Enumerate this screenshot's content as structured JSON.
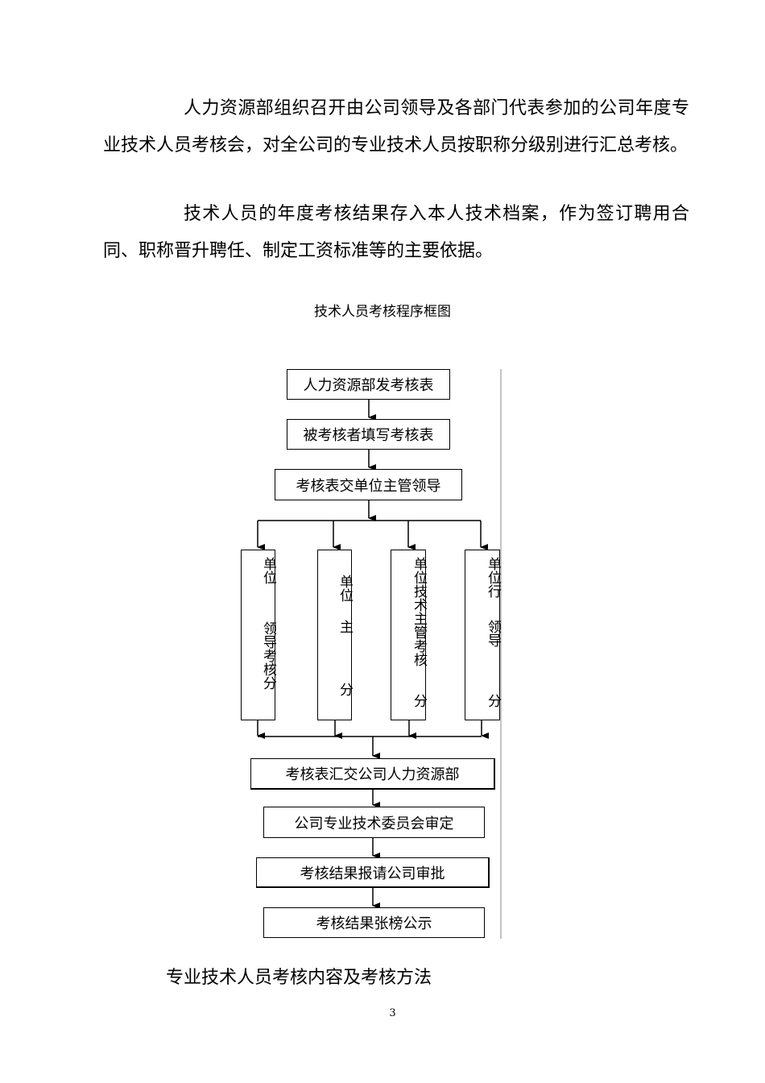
{
  "paragraphs": [
    "人力资源部组织召开由公司领导及各部门代表参加的公司年度专业技术人员考核会，对全公司的专业技术人员按职称分级别进行汇总考核。",
    "技术人员的年度考核结果存入本人技术档案，作为签订聘用合同、职称晋升聘任、制定工资标准等的主要依据。"
  ],
  "figure": {
    "title": "技术人员考核程序框图",
    "top_steps": [
      "人力资源部发考核表",
      "被考核者填写考核表",
      "考核表交单位主管领导"
    ],
    "branches": [
      {
        "top": "单位",
        "bottom": "领导考核分"
      },
      {
        "top": "单位",
        "mid": "主",
        "bottom": "分"
      },
      {
        "top": "单位技术主管考核",
        "bottom": "分"
      },
      {
        "top": "单位行",
        "mid": "领导",
        "bottom": "分"
      }
    ],
    "bottom_steps": [
      "考核表汇交公司人力资源部",
      "公司专业技术委员会审定",
      "考核结果报请公司审批",
      "考核结果张榜公示"
    ]
  },
  "subheading": "专业技术人员考核内容及考核方法",
  "page_number": "3"
}
